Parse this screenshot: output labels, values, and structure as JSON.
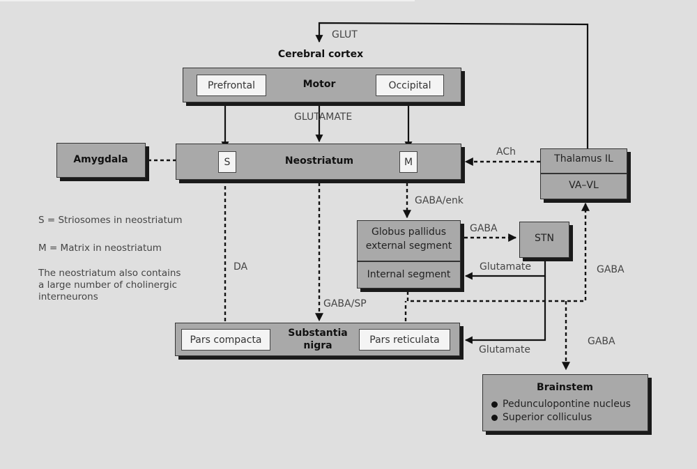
{
  "title": "Cerebral cortex",
  "cortex": {
    "center_label": "Motor",
    "left_label": "Prefrontal",
    "right_label": "Occipital"
  },
  "amygdala": {
    "label": "Amygdala"
  },
  "neostriatum": {
    "label": "Neostriatum",
    "s_label": "S",
    "m_label": "M"
  },
  "thalamus": {
    "top_label": "Thalamus IL",
    "bottom_label": "VA–VL"
  },
  "globus_pallidus": {
    "external_label_line1": "Globus pallidus",
    "external_label_line2": "external segment",
    "internal_label": "Internal segment"
  },
  "stn": {
    "label": "STN"
  },
  "substantia_nigra": {
    "label_line1": "Substantia",
    "label_line2": "nigra",
    "left_label": "Pars compacta",
    "right_label": "Pars reticulata"
  },
  "brainstem": {
    "label": "Brainstem",
    "items": [
      "Pedunculopontine nucleus",
      "Superior colliculus"
    ]
  },
  "connections": {
    "glut": "GLUT",
    "glutamate_cortex": "GLUTAMATE",
    "ach": "ACh",
    "gaba_enk": "GABA/enk",
    "gaba_gp_stn": "GABA",
    "glutamate_stn_gpi": "Glutamate",
    "gaba_to_thalamus": "GABA",
    "gaba_sp": "GABA/SP",
    "da": "DA",
    "glutamate_stn_snr": "Glutamate",
    "gaba_to_brainstem": "GABA"
  },
  "legend": {
    "s_def": "S  = Striosomes in neostriatum",
    "m_def": "M  = Matrix in neostriatum",
    "note_line1": "The neostriatum also contains",
    "note_line2": "a large number of cholinergic",
    "note_line3": "interneurons"
  }
}
